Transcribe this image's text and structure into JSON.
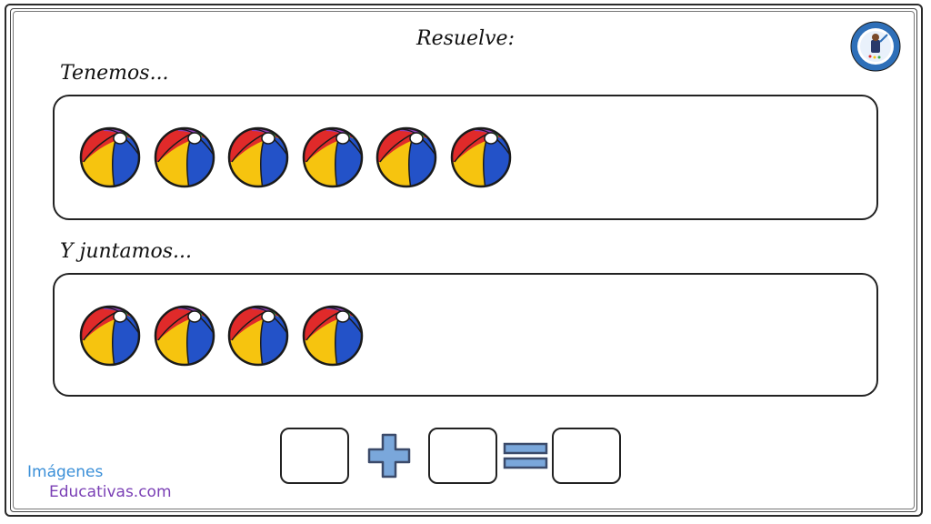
{
  "worksheet": {
    "title": "Resuelve:",
    "section_1_label": "Tenemos...",
    "section_2_label": "Y juntamos...",
    "section_1_ball_count": 6,
    "section_2_ball_count": 4,
    "operator_plus": "plus-icon",
    "operator_equals": "equals-icon"
  },
  "brand": {
    "line1": "Imágenes",
    "line2": "Educativas.com"
  },
  "colors": {
    "ball_red": "#e02a2a",
    "ball_yellow": "#f6c40f",
    "ball_blue": "#2352c8",
    "ball_orange": "#f07a1a",
    "ball_purple": "#8e3fb8",
    "ball_green": "#3aa84a",
    "operator_fill": "#7aa7db",
    "badge_ring": "#2e6fb8"
  }
}
